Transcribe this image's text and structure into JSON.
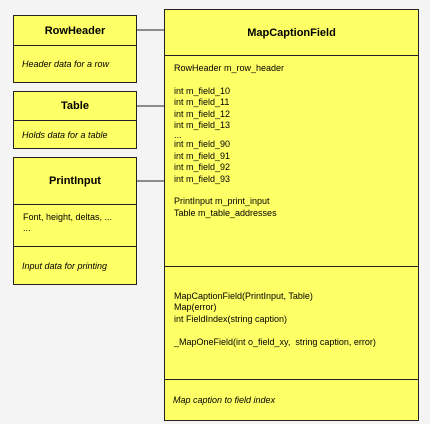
{
  "row_header": {
    "title": "RowHeader",
    "description": "Header data for a row"
  },
  "table": {
    "title": "Table",
    "description": "Holds data for a table"
  },
  "print_input": {
    "title": "PrintInput",
    "attributes": [
      "Font, height, deltas, ...",
      "..."
    ],
    "description": "Input data for printing"
  },
  "map_caption_field": {
    "title": "MapCaptionField",
    "fields": [
      "RowHeader m_row_header",
      "",
      "int m_field_10",
      "int m_field_11",
      "int m_field_12",
      "int m_field_13",
      "...",
      "int m_field_90",
      "int m_field_91",
      "int m_field_92",
      "int m_field_93",
      "",
      "PrintInput m_print_input",
      "Table m_table_addresses"
    ],
    "methods": [
      "MapCaptionField(PrintInput, Table)",
      "Map(error)",
      "int FieldIndex(string caption)",
      "",
      "_MapOneField(int o_field_xy,  string caption, error)"
    ],
    "description": "Map caption to field index"
  },
  "colors": {
    "box_fill": "#ffff66",
    "border": "#222222",
    "background": "#f4f4f4"
  }
}
